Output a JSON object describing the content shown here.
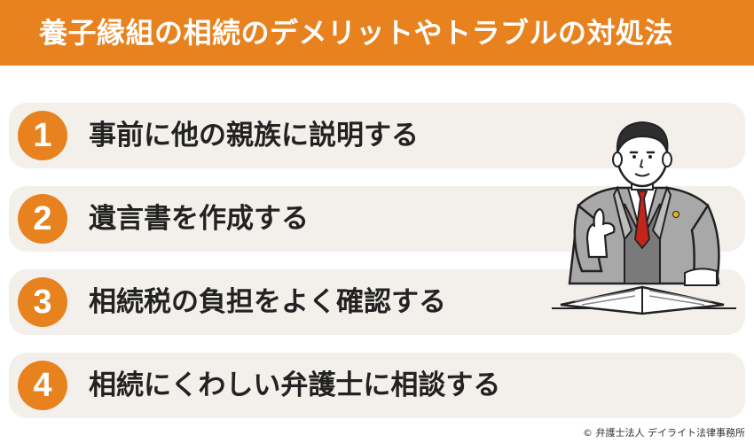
{
  "header": {
    "title": "養子縁組の相続のデメリットやトラブルの対処法",
    "bg_color": "#E8821F"
  },
  "items": [
    {
      "number": "1",
      "text": "事前に他の親族に説明する"
    },
    {
      "number": "2",
      "text": "遺言書を作成する"
    },
    {
      "number": "3",
      "text": "相続税の負担をよく確認する"
    },
    {
      "number": "4",
      "text": "相続にくわしい弁護士に相談する"
    }
  ],
  "colors": {
    "accent": "#E8821F",
    "item_bg": "#F3F0EB",
    "text": "#222222"
  },
  "illustration": {
    "icon": "lawyer-with-book-thumbs-up-icon"
  },
  "credit": "© 弁護士法人 デイライト法律事務所"
}
